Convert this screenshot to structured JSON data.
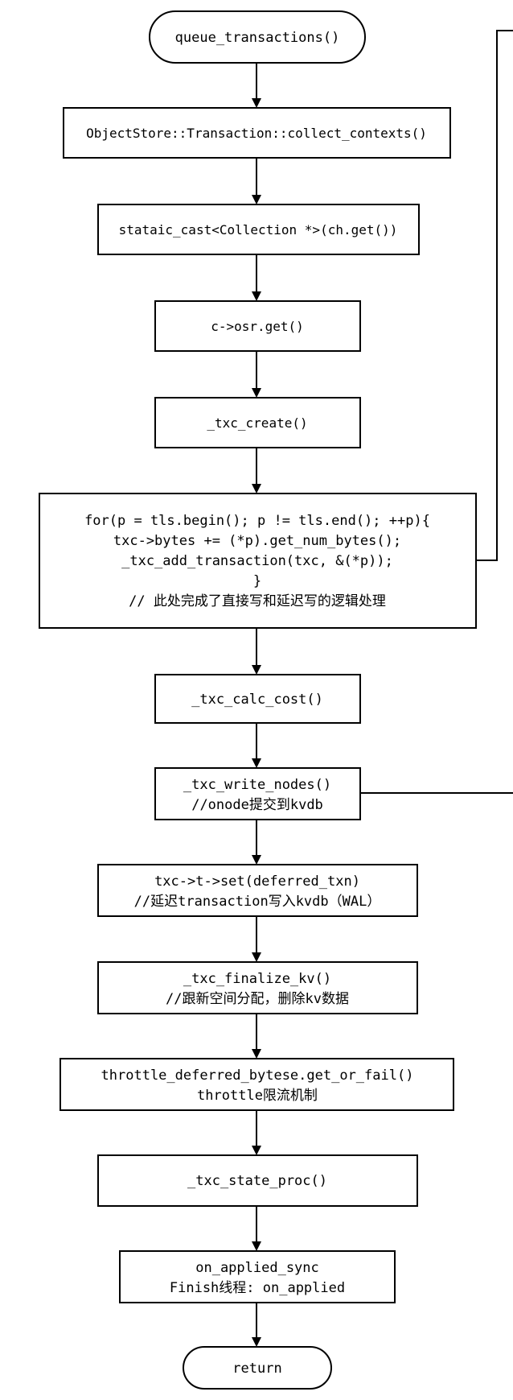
{
  "diagram": {
    "nodes": {
      "start": {
        "lines": [
          "queue_transactions()"
        ]
      },
      "collect_contexts": {
        "lines": [
          "ObjectStore::Transaction::collect_contexts()"
        ]
      },
      "static_cast": {
        "lines": [
          "stataic_cast<Collection *>(ch.get())"
        ]
      },
      "osr_get": {
        "lines": [
          "c->osr.get()"
        ]
      },
      "txc_create": {
        "lines": [
          "_txc_create()"
        ]
      },
      "for_loop": {
        "lines": [
          "for(p = tls.begin(); p != tls.end(); ++p){",
          "txc->bytes += (*p).get_num_bytes();",
          "_txc_add_transaction(txc, &(*p));",
          "}",
          "// 此处完成了直接写和延迟写的逻辑处理"
        ]
      },
      "txc_calc_cost": {
        "lines": [
          "_txc_calc_cost()"
        ]
      },
      "txc_write_nodes": {
        "lines": [
          "_txc_write_nodes()",
          "//onode提交到kvdb"
        ]
      },
      "set_deferred": {
        "lines": [
          "txc->t->set(deferred_txn)",
          "//延迟transaction写入kvdb（WAL）"
        ]
      },
      "finalize_kv": {
        "lines": [
          "_txc_finalize_kv()",
          "//跟新空间分配，删除kv数据"
        ]
      },
      "throttle": {
        "lines": [
          "throttle_deferred_bytese.get_or_fail()",
          "throttle限流机制"
        ]
      },
      "state_proc": {
        "lines": [
          "_txc_state_proc()"
        ]
      },
      "on_applied": {
        "lines": [
          "on_applied_sync",
          "Finish线程: on_applied"
        ]
      },
      "end": {
        "lines": [
          "return"
        ]
      }
    }
  }
}
